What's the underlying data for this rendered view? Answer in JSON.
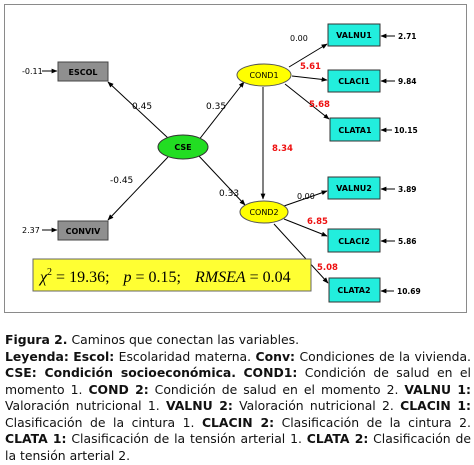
{
  "diagram": {
    "nodes": {
      "escol": "ESCOL",
      "conviv": "CONVIV",
      "cse": "CSE",
      "cond1": "COND1",
      "cond2": "COND2",
      "valnu1": "VALNU1",
      "clacin1": "CLACI1",
      "clata1": "CLATA1",
      "valnu2": "VALNU2",
      "clacin2": "CLACI2",
      "clata2": "CLATA2"
    },
    "error_values": {
      "escol": "-0.11",
      "conviv": "2.37",
      "valnu1": "2.71",
      "clacin1": "9.84",
      "clata1": "10.15",
      "valnu2": "3.89",
      "clacin2": "5.86",
      "clata2": "10.69"
    },
    "path_coefficients": {
      "cse_escol": "0.45",
      "cse_conviv": "-0.45",
      "cse_cond1": "0.35",
      "cse_cond2": "0.33",
      "cond1_cond2": "8.34",
      "cond1_valnu1": "0.00",
      "cond1_clacin1": "5.61",
      "cond1_clata1": "5.68",
      "cond2_valnu2": "0.00",
      "cond2_clacin2": "6.85",
      "cond2_clata2": "5.08"
    },
    "fit_stats": {
      "chi": "χ",
      "chi_exp": "2",
      "chi_value": " = 19.36;",
      "p": "p",
      "p_value": " = 0.15;",
      "rmsea": "RMSEA",
      "rmsea_value": " = 0.04"
    },
    "colors": {
      "cse_node": "#22dd22",
      "cond_node": "#ffff00",
      "indicator_box": "#22eedd",
      "exogenous_box": "#8f8f8f",
      "fit_box": "#ffff33",
      "highlight_coef": "#ee1111"
    }
  },
  "caption": {
    "figure_label": "Figura 2.",
    "figure_text": " Caminos que conectan las variables.",
    "legend_label": "Leyenda:",
    "escol_label": "Escol:",
    "escol_text": " Escolaridad materna. ",
    "conv_label": "Conv:",
    "conv_text": " Condiciones de la vivienda. ",
    "cse_label": "CSE: Condición socioeconómica.",
    "cond1_label": "COND1:",
    "cond1_text": " Condición de salud en el momento 1. ",
    "cond2_label": "COND 2:",
    "cond2_text": " Condición de salud en el momento 2. ",
    "valnu1_label": "VALNU 1:",
    "valnu1_text": " Valoración nutricional 1. ",
    "valnu2_label": "VALNU 2:",
    "valnu2_text": " Valoración nutricional 2. ",
    "clacin1_label": "CLACIN 1:",
    "clacin1_text": " Clasificación de la cintura 1. ",
    "clacin2_label": "CLACIN 2:",
    "clacin2_text": " Clasificación de la cintura 2. ",
    "clata1_label": "CLATA 1:",
    "clata1_text": " Clasificación de la tensión arterial 1. ",
    "clata2_label": "CLATA 2:",
    "clata2_text": " Clasificación de la tensión arterial 2."
  }
}
